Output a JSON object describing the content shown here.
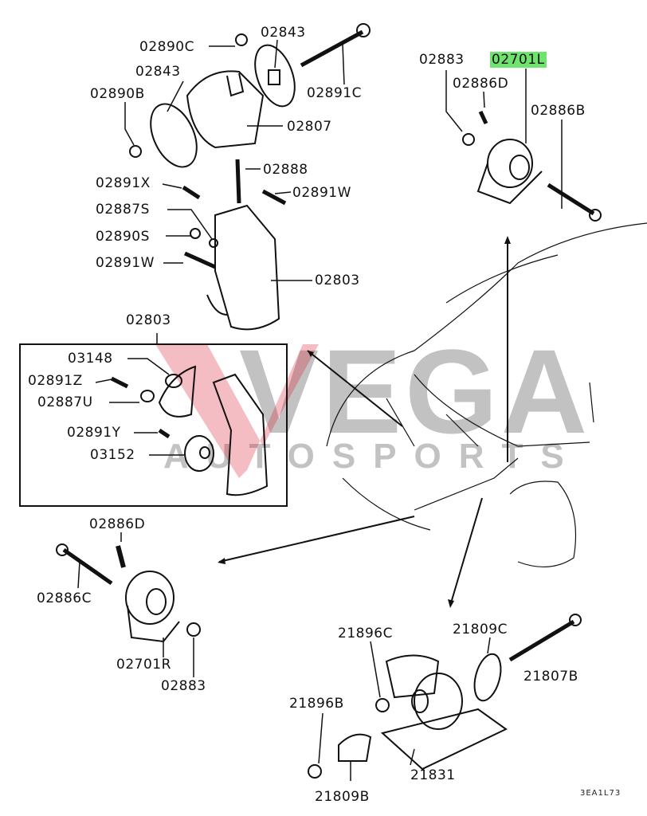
{
  "watermark": {
    "brand": "VEGA",
    "sub": "AUTOSPORTS",
    "accent": "#d9263c"
  },
  "highlight_color": "#6ee36e",
  "labels": {
    "l02890C": "02890C",
    "l02843a": "02843",
    "l02843b": "02843",
    "l02891C": "02891C",
    "l02890B": "02890B",
    "l02807": "02807",
    "l02888": "02888",
    "l02891X": "02891X",
    "l02891W_a": "02891W",
    "l02887S": "02887S",
    "l02890S": "02890S",
    "l02891W_b": "02891W",
    "l02803": "02803",
    "l02803_box": "02803",
    "l03148": "03148",
    "l02891Z": "02891Z",
    "l02887U": "02887U",
    "l02891Y": "02891Y",
    "l03152": "03152",
    "l02883_r": "02883",
    "l02701L": "02701L",
    "l02886D_r": "02886D",
    "l02886B": "02886B",
    "l02886D_l": "02886D",
    "l02886C": "02886C",
    "l02701R": "02701R",
    "l02883_l": "02883",
    "l21896C": "21896C",
    "l21809C": "21809C",
    "l21807B": "21807B",
    "l21896B": "21896B",
    "l21831": "21831",
    "l21809B": "21809B",
    "diagram_code": "3EA1L73"
  }
}
